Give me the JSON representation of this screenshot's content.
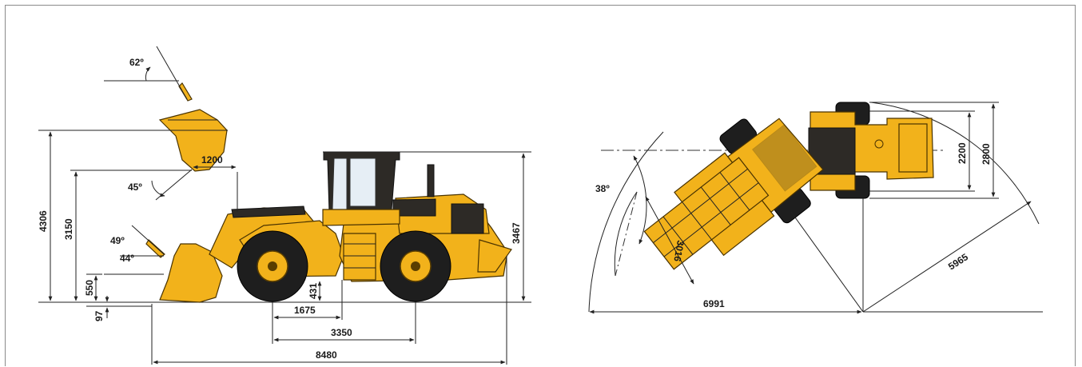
{
  "side_view": {
    "angles": {
      "dump_top": "62º",
      "rollback_top": "45º",
      "dump_low": "49º",
      "rollback_low": "44º"
    },
    "dims": {
      "hinge_height": "4306",
      "dump_height": "3150",
      "bucket_low": "550",
      "dig_depth": "97",
      "reach": "1200",
      "ground_clearance": "431",
      "front_axle": "1675",
      "wheelbase": "3350",
      "overall_length": "8480",
      "overall_height": "3467"
    }
  },
  "top_view": {
    "articulation_angle": "38º",
    "bucket_width": "3016",
    "tread_width": "2200",
    "overall_width": "2800",
    "turn_radius": "5965",
    "bucket_turn_radius": "6991"
  }
}
